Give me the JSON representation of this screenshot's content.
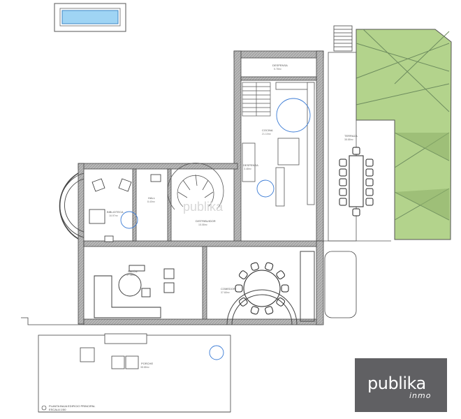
{
  "rooms": {
    "despensa": {
      "label": "DESPENSA",
      "area": "5.78m²"
    },
    "cocina": {
      "label": "COCINA",
      "area": "21.10m²"
    },
    "despensa2": {
      "label": "DESPENSA",
      "area": "3.48m²"
    },
    "terraza": {
      "label": "TERRAZA",
      "area": "38.88m²"
    },
    "biblioteca": {
      "label": "BIBLIOTECA",
      "area": "16.97m²"
    },
    "hall": {
      "label": "HALL",
      "area": "8.40m²"
    },
    "distribuidor": {
      "label": "DISTRIBUIDOR",
      "area": "15.08m²"
    },
    "salon": {
      "label": "SALÓN",
      "area": "37.48m²"
    },
    "comedor": {
      "label": "COMEDOR",
      "area": "37.68m²"
    },
    "porche": {
      "label": "PORCHE",
      "area": "38.88m²"
    }
  },
  "caption": {
    "title": "PLANTA BAJA EDIFICIO PRINCIPAL",
    "scale": "ESCALA 1/50"
  },
  "watermark": "publika",
  "logo": {
    "main": "publika",
    "sub": "inmo"
  },
  "colors": {
    "wall": "#8a8a8a",
    "line": "#555555",
    "accent_blue": "#3a7bd5",
    "roof_green": "#9bc27a",
    "logo_bg": "#606063"
  }
}
